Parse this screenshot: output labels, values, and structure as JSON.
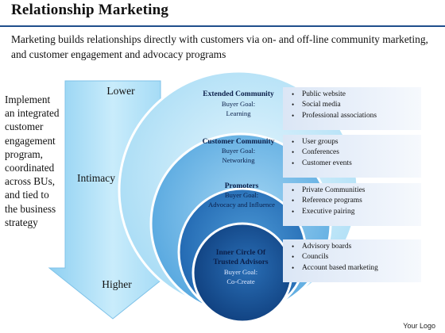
{
  "title": "Relationship Marketing",
  "subtitle": "Marketing builds relationships directly with customers via on- and off-line community marketing, and customer engagement and advocacy programs",
  "sidebar_text": "Implement an integrated customer engagement program, coordinated across BUs, and tied to the business strategy",
  "arrow": {
    "top_label": "Lower",
    "middle_label": "Intimacy",
    "bottom_label": "Higher"
  },
  "rings": [
    {
      "title_lines": [
        "Extended Community"
      ],
      "sub_lines": [
        "Buyer Goal:",
        "Learning"
      ],
      "bullets": [
        "Public website",
        "Social media",
        "Professional associations"
      ]
    },
    {
      "title_lines": [
        "Customer Community"
      ],
      "sub_lines": [
        "Buyer Goal:",
        "Networking"
      ],
      "bullets": [
        "User groups",
        "Conferences",
        "Customer events"
      ]
    },
    {
      "title_lines": [
        "Promoters"
      ],
      "sub_lines": [
        "Buyer Goal:",
        "Advocacy and Influence"
      ],
      "bullets": [
        "Private Communities",
        "Reference programs",
        "Executive pairing"
      ]
    },
    {
      "title_lines": [
        "Inner Circle Of",
        "Trusted Advisors"
      ],
      "sub_lines": [
        "Buyer Goal:",
        "Co-Create"
      ],
      "bullets": [
        "Advisory boards",
        "Councils",
        "Account based marketing"
      ]
    }
  ],
  "colors": {
    "ring_outer": "#bfe3f7",
    "ring_2": "#6fb8e8",
    "ring_3": "#2f80c6",
    "ring_inner": "#164f93",
    "arrow": "#a9dcf6",
    "title_rule": "#1f4e8c"
  },
  "logo": "Your Logo"
}
